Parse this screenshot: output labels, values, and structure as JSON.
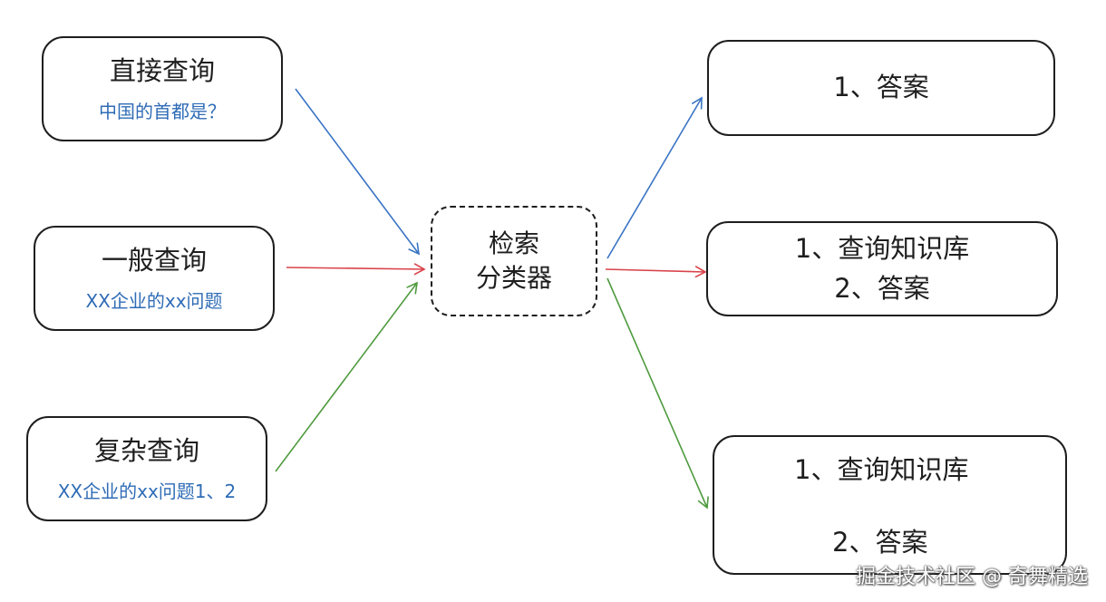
{
  "inputs": [
    {
      "title": "直接查询",
      "example": "中国的首都是？"
    },
    {
      "title": "一般查询",
      "example": "XX企业的xx问题"
    },
    {
      "title": "复杂查询",
      "example": "XX企业的xx问题1、2"
    }
  ],
  "classifier": {
    "line1": "检索",
    "line2": "分类器"
  },
  "outputs": {
    "direct": {
      "line1": "1、答案"
    },
    "general": {
      "line1": "1、查询知识库",
      "line2": "2、答案"
    },
    "complex": {
      "line1": "1、查询知识库",
      "line2": "2、答案"
    }
  },
  "colors": {
    "blue": "#3a74c4",
    "red": "#d9434a",
    "green": "#4f9a3f",
    "text_blue": "#2f6cb6"
  },
  "watermark": "掘金技术社区 @ 奇舞精选"
}
